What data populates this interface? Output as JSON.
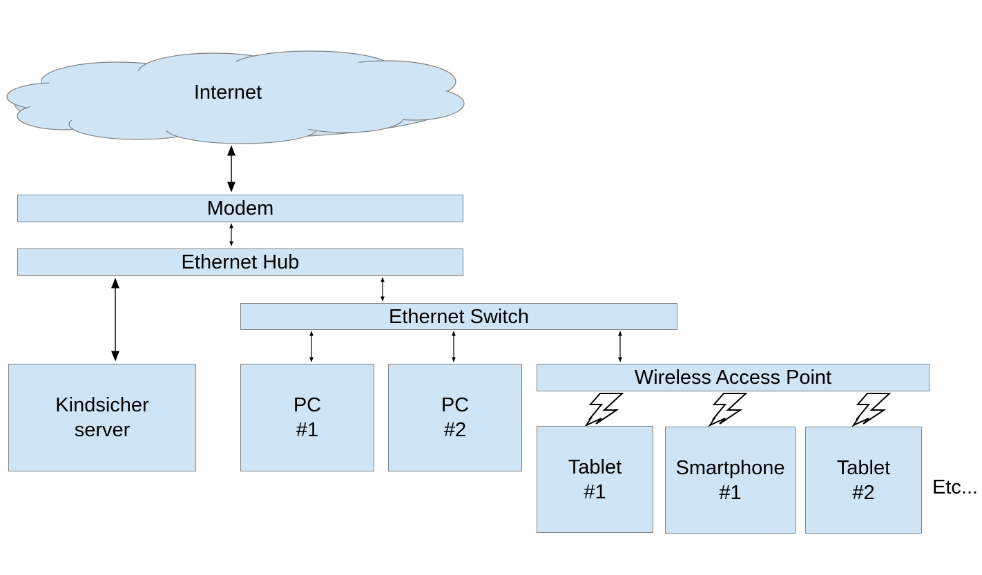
{
  "diagram": {
    "internet": "Internet",
    "modem": "Modem",
    "ethernet_hub": "Ethernet Hub",
    "ethernet_switch": "Ethernet Switch",
    "kindsicher": {
      "line1": "Kindsicher",
      "line2": "server"
    },
    "pc1": {
      "line1": "PC",
      "line2": "#1"
    },
    "pc2": {
      "line1": "PC",
      "line2": "#2"
    },
    "wap": "Wireless Access Point",
    "tablet1": {
      "line1": "Tablet",
      "line2": "#1"
    },
    "smartphone1": {
      "line1": "Smartphone",
      "line2": "#1"
    },
    "tablet2": {
      "line1": "Tablet",
      "line2": "#2"
    },
    "etc": "Etc...",
    "colors": {
      "fill": "#cfe5f5",
      "stroke": "#7f7f7f"
    }
  }
}
